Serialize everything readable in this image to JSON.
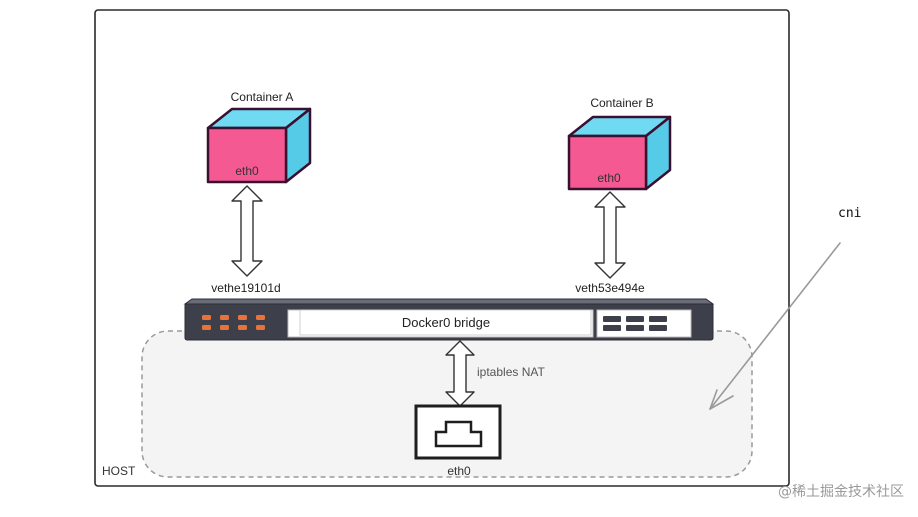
{
  "host": {
    "label": "HOST"
  },
  "container_a": {
    "title": "Container A",
    "iface": "eth0",
    "veth": "vethe19101d"
  },
  "container_b": {
    "title": "Container B",
    "iface": "eth0",
    "veth": "veth53e494e"
  },
  "bridge": {
    "label": "Docker0 bridge"
  },
  "nat": {
    "label": "iptables NAT"
  },
  "host_nic": {
    "label": "eth0"
  },
  "annotation": {
    "label": "cni"
  },
  "watermark": {
    "text": "@稀土掘金技术社区"
  },
  "colors": {
    "cube_front": "#f45a91",
    "cube_side": "#5ad2ee",
    "cube_top": "#6fdaf2",
    "cube_outline": "#3a1030",
    "switch_body": "#3d3f4a",
    "port_orange": "#e6743a",
    "dashed_area": "#f4f4f4"
  }
}
